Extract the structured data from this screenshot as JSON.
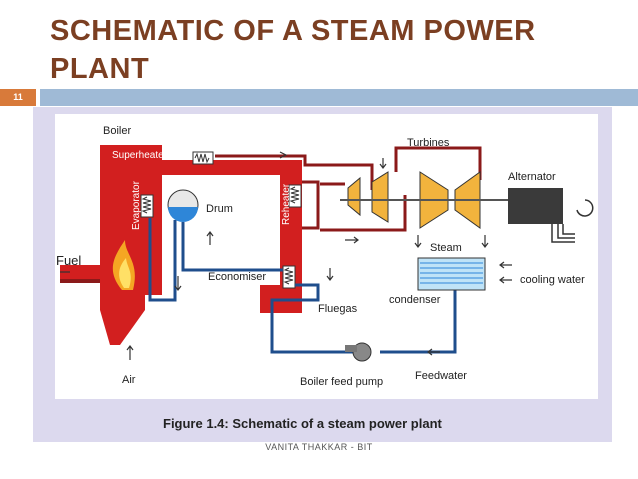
{
  "slide": {
    "title": "SCHEMATIC OF A STEAM POWER PLANT",
    "page_number": "11",
    "footer": "VANITA THAKKAR - BIT"
  },
  "diagram": {
    "labels": {
      "boiler": "Boiler",
      "superheater": "Superheater",
      "evaporator": "Evaporator",
      "drum": "Drum",
      "reheater": "Reheater",
      "turbines": "Turbines",
      "alternator": "Alternator",
      "steam": "Steam",
      "cooling_water": "cooling water",
      "condenser": "condenser",
      "economiser": "Economiser",
      "fluegas": "Fluegas",
      "fuel": "Fuel",
      "air": "Air",
      "boiler_feed_pump": "Boiler feed pump",
      "feedwater": "Feedwater"
    },
    "caption": "Figure 1.4: Schematic of a steam power plant"
  },
  "colors": {
    "title": "#7b3f22",
    "title_bar": "#9fbad6",
    "page_number_box": "#d87a3a",
    "figure_background": "#dcd9ee",
    "boiler_red": "#d21f1f",
    "steam_pipe": "#8b1a1a",
    "water_pipe": "#1f4e8c",
    "turbine": "#f2b33d",
    "alternator": "#3a3a3a"
  }
}
